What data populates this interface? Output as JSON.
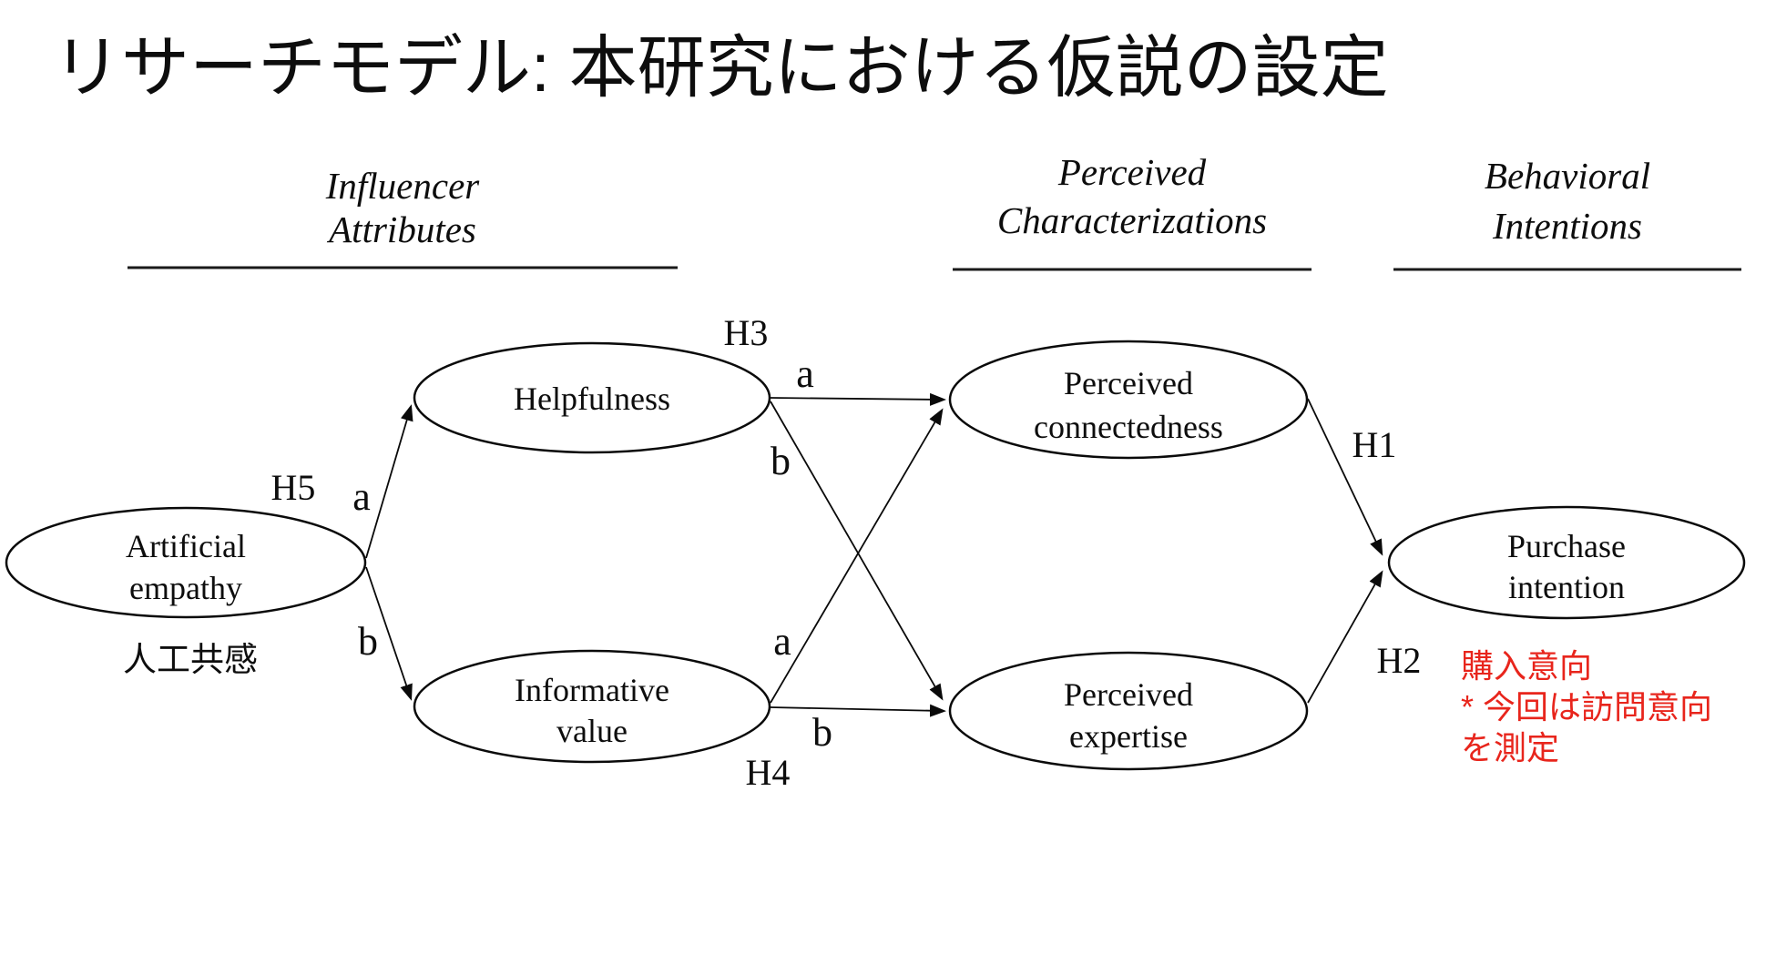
{
  "title": "リサーチモデル: 本研究における仮説の設定",
  "headers": {
    "influencer": {
      "line1": "Influencer",
      "line2": "Attributes"
    },
    "perceived": {
      "line1": "Perceived",
      "line2": "Characterizations"
    },
    "behavioral": {
      "line1": "Behavioral",
      "line2": "Intentions"
    }
  },
  "nodes": {
    "artificial_empathy": {
      "line1": "Artificial",
      "line2": "empathy",
      "caption_jp": "人工共感"
    },
    "helpfulness": {
      "label": "Helpfulness"
    },
    "informative_value": {
      "line1": "Informative",
      "line2": "value"
    },
    "perceived_connectedness": {
      "line1": "Perceived",
      "line2": "connectedness"
    },
    "perceived_expertise": {
      "line1": "Perceived",
      "line2": "expertise"
    },
    "purchase_intention": {
      "line1": "Purchase",
      "line2": "intention"
    }
  },
  "hypotheses": {
    "h5": "H5",
    "h5a": "a",
    "h5b": "b",
    "h3": "H3",
    "h3a": "a",
    "h3b": "b",
    "h4": "H4",
    "h4a": "a",
    "h4b": "b",
    "h1": "H1",
    "h2": "H2"
  },
  "edges": [
    {
      "from": "artificial_empathy",
      "to": "helpfulness",
      "hypothesis": "H5a"
    },
    {
      "from": "artificial_empathy",
      "to": "informative_value",
      "hypothesis": "H5b"
    },
    {
      "from": "helpfulness",
      "to": "perceived_connectedness",
      "hypothesis": "H3a"
    },
    {
      "from": "helpfulness",
      "to": "perceived_expertise",
      "hypothesis": "H3b"
    },
    {
      "from": "informative_value",
      "to": "perceived_connectedness",
      "hypothesis": "H4a"
    },
    {
      "from": "informative_value",
      "to": "perceived_expertise",
      "hypothesis": "H4b"
    },
    {
      "from": "perceived_connectedness",
      "to": "purchase_intention",
      "hypothesis": "H1"
    },
    {
      "from": "perceived_expertise",
      "to": "purchase_intention",
      "hypothesis": "H2"
    }
  ],
  "annotation": {
    "line1": "購入意向",
    "line2": "* 今回は訪問意向",
    "line3": "を測定",
    "color": "#e8251c"
  },
  "colors": {
    "background": "#ffffff",
    "text": "#0d0d0d",
    "stroke": "#0a0a0a",
    "annotation_red": "#e8251c"
  }
}
